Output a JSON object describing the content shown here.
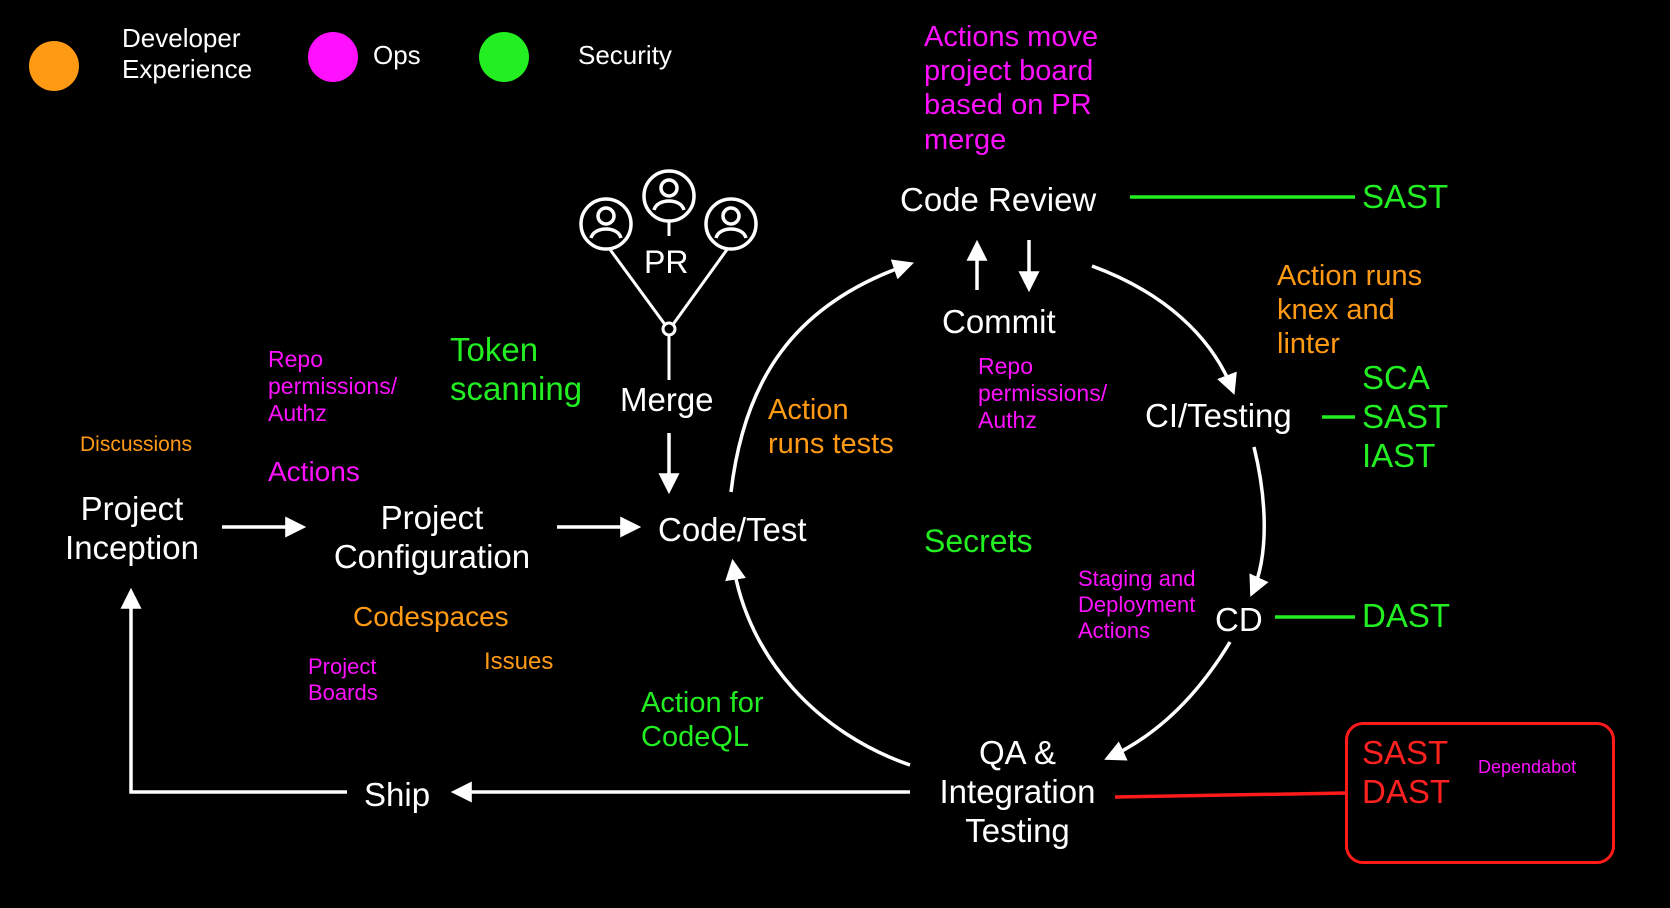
{
  "colors": {
    "developer_experience": "#ff9a14",
    "ops": "#ff10ff",
    "security": "#22ee22",
    "flow": "#ffffff",
    "highlight_box": "#ff1a1a"
  },
  "legend": {
    "developer_experience": "Developer\nExperience",
    "ops": "Ops",
    "security": "Security"
  },
  "nodes": {
    "project_inception": "Project\nInception",
    "project_configuration": "Project\nConfiguration",
    "code_test": "Code/Test",
    "merge": "Merge",
    "pr": "PR",
    "code_review": "Code Review",
    "commit": "Commit",
    "ci_testing": "CI/Testing",
    "cd": "CD",
    "qa": "QA &\nIntegration\nTesting",
    "ship": "Ship"
  },
  "annotations": {
    "discussions": "Discussions",
    "repo_permissions_left": "Repo\npermissions/\nAuthz",
    "actions_left": "Actions",
    "token_scanning": "Token\nscanning",
    "codespaces": "Codespaces",
    "project_boards": "Project\nBoards",
    "issues": "Issues",
    "action_runs_tests": "Action\nruns tests",
    "actions_move_board": "Actions move\nproject board\nbased on PR\nmerge",
    "repo_permissions_right": "Repo\npermissions/\nAuthz",
    "secrets": "Secrets",
    "action_codeql": "Action for\nCodeQL",
    "action_knex_linter": "Action runs\nknex and\nlinter",
    "staging_deployment": "Staging and\nDeployment\nActions"
  },
  "security_tools": {
    "code_review": "SAST",
    "ci_testing": "SCA\nSAST\nIAST",
    "cd": "DAST",
    "qa": "SAST\nDAST",
    "dependabot": "Dependabot"
  }
}
